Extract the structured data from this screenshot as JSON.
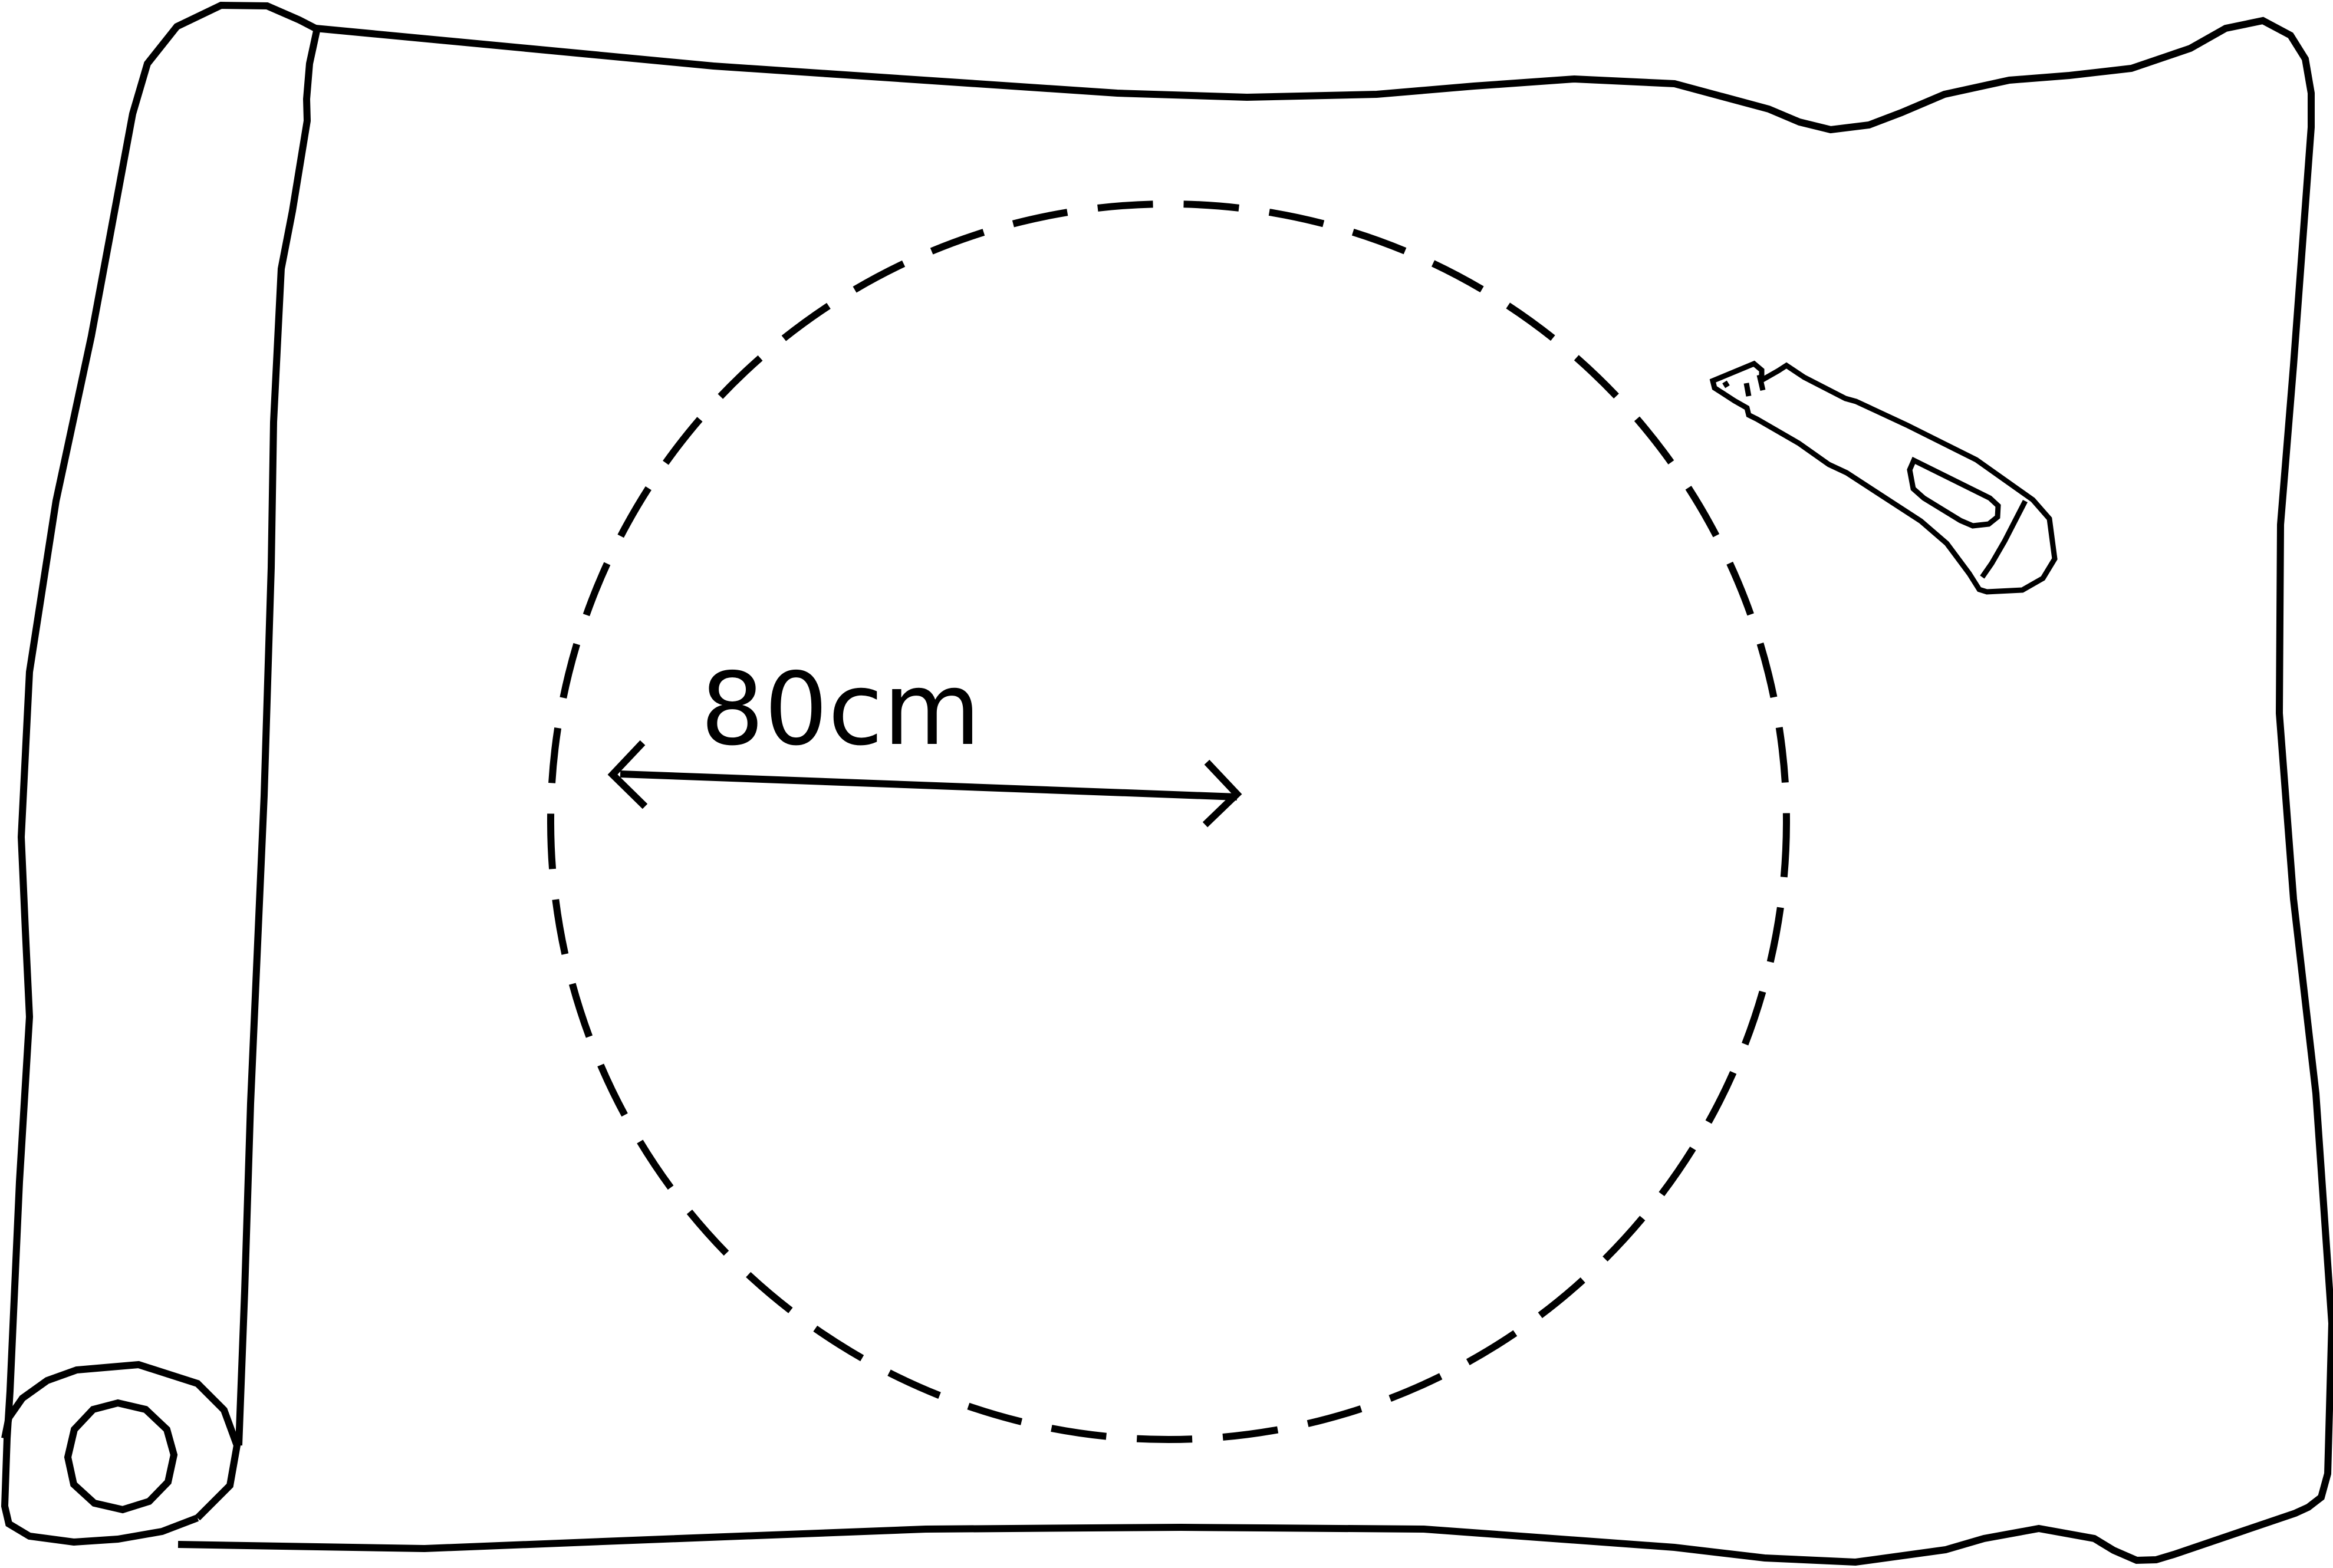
{
  "diagram": {
    "dimension_label": "80cm",
    "shapes": [
      {
        "name": "fabric-sheet",
        "kind": "rolled fabric / paper sheet"
      },
      {
        "name": "circle-outline",
        "kind": "dashed circle"
      },
      {
        "name": "diameter-arrow",
        "kind": "double-headed arrow"
      },
      {
        "name": "chalk-pencil",
        "kind": "marking tool"
      }
    ],
    "colors": {
      "ink": "#000000",
      "background": "#ffffff"
    }
  }
}
